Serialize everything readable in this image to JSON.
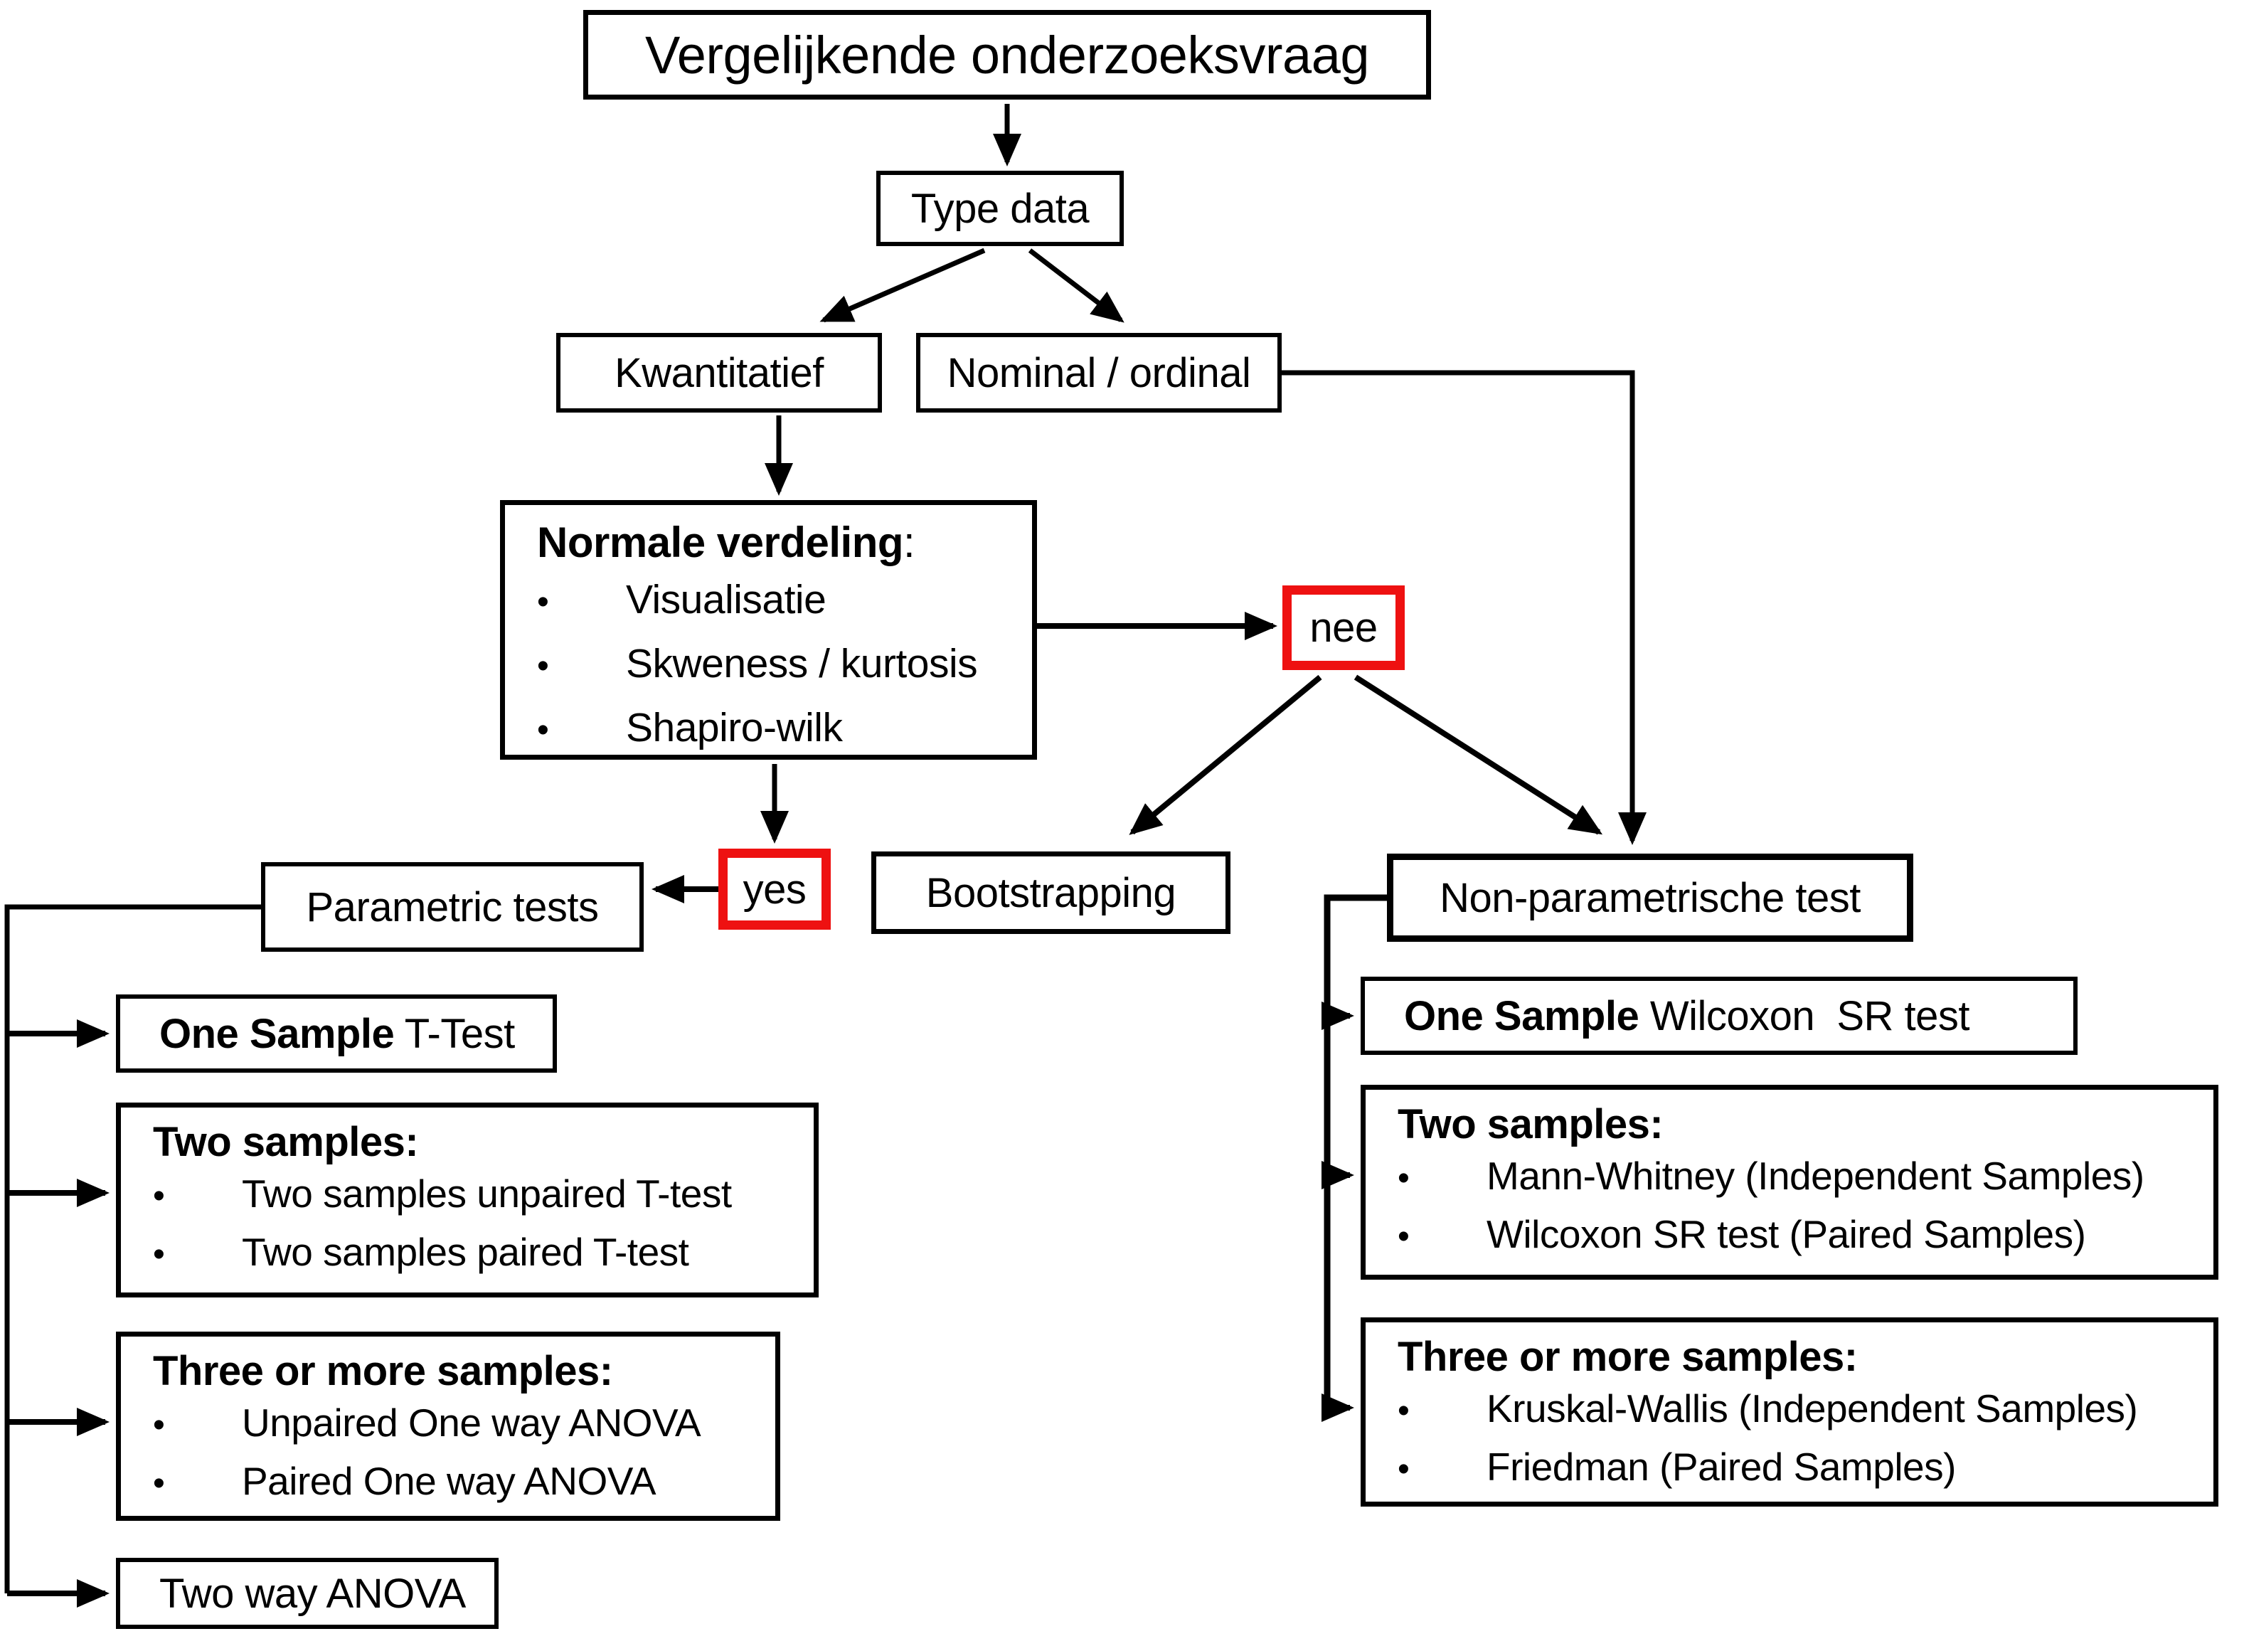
{
  "colors": {
    "background": "#ffffff",
    "line": "#000000",
    "text": "#000000",
    "highlight_border": "#ee1111"
  },
  "glyphs": {
    "bullet": "•"
  },
  "nodes": {
    "title": {
      "label": "Vergelijkende onderzoeksvraag"
    },
    "type_data": {
      "label": "Type data"
    },
    "kwantitatief": {
      "label": "Kwantitatief"
    },
    "nominal_ordinal": {
      "label": "Nominal / ordinal"
    },
    "normale_verdeling": {
      "heading_bold": "Normale verdeling",
      "heading_rest": ":",
      "bullets": [
        "Visualisatie",
        "Skweness / kurtosis",
        "Shapiro-wilk"
      ]
    },
    "nee": {
      "label": "nee"
    },
    "yes": {
      "label": "yes"
    },
    "parametric_tests": {
      "label": "Parametric tests"
    },
    "bootstrapping": {
      "label": "Bootstrapping"
    },
    "non_parametrische_test": {
      "label": "Non-parametrische test"
    },
    "one_sample_t_test": {
      "bold": "One Sample",
      "rest": " T-Test"
    },
    "two_samples_parametric": {
      "heading_bold": "Two samples:",
      "heading_rest": "",
      "bullets": [
        "Two samples unpaired T-test",
        "Two samples paired T-test"
      ]
    },
    "three_or_more_parametric": {
      "heading_bold": "Three or more samples:",
      "heading_rest": "",
      "bullets": [
        "Unpaired One way ANOVA",
        "Paired One way ANOVA"
      ]
    },
    "two_way_anova": {
      "label": "Two way ANOVA"
    },
    "one_sample_wilcoxon": {
      "bold": "One Sample",
      "rest": " Wilcoxon  SR test"
    },
    "two_samples_nonparam": {
      "heading_bold": "Two samples:",
      "heading_rest": "",
      "bullets": [
        "Mann-Whitney (Independent Samples)",
        "Wilcoxon SR test (Paired Samples)"
      ]
    },
    "three_or_more_nonparam": {
      "heading_bold": "Three or more samples:",
      "heading_rest": "",
      "bullets": [
        "Kruskal-Wallis (Independent Samples)",
        "Friedman (Paired Samples)"
      ]
    }
  }
}
